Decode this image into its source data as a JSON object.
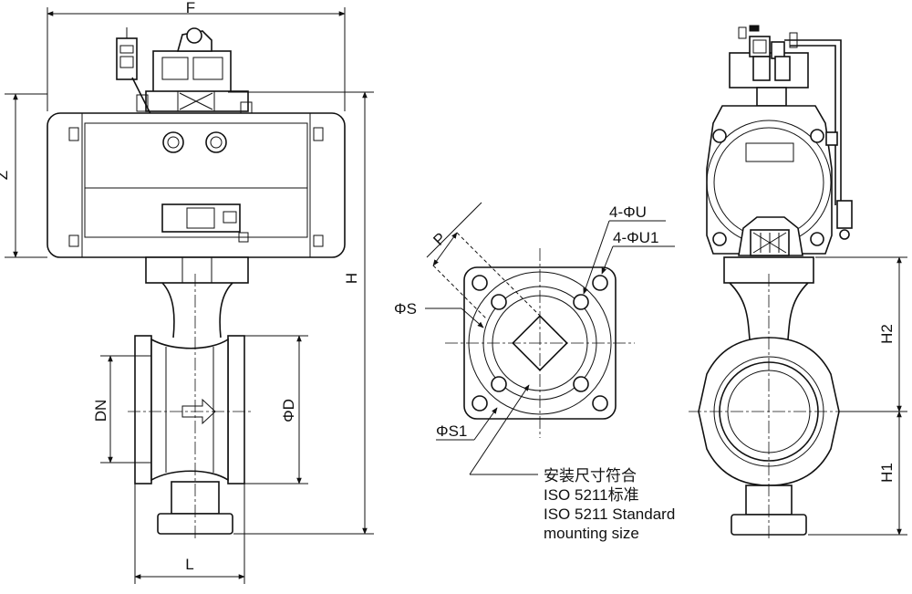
{
  "labels": {
    "F": "F",
    "Z": "Z",
    "H": "H",
    "DN": "DN",
    "phiD": "ΦD",
    "L": "L",
    "P": "P",
    "phiS": "ΦS",
    "phiS1": "ΦS1",
    "fourPhiU": "4-ΦU",
    "fourPhiU1": "4-ΦU1",
    "H2": "H2",
    "H1": "H1"
  },
  "note": {
    "line1": "安装尺寸符合",
    "line2": "ISO 5211标准",
    "line3": "ISO 5211 Standard",
    "line4": "mounting size"
  }
}
